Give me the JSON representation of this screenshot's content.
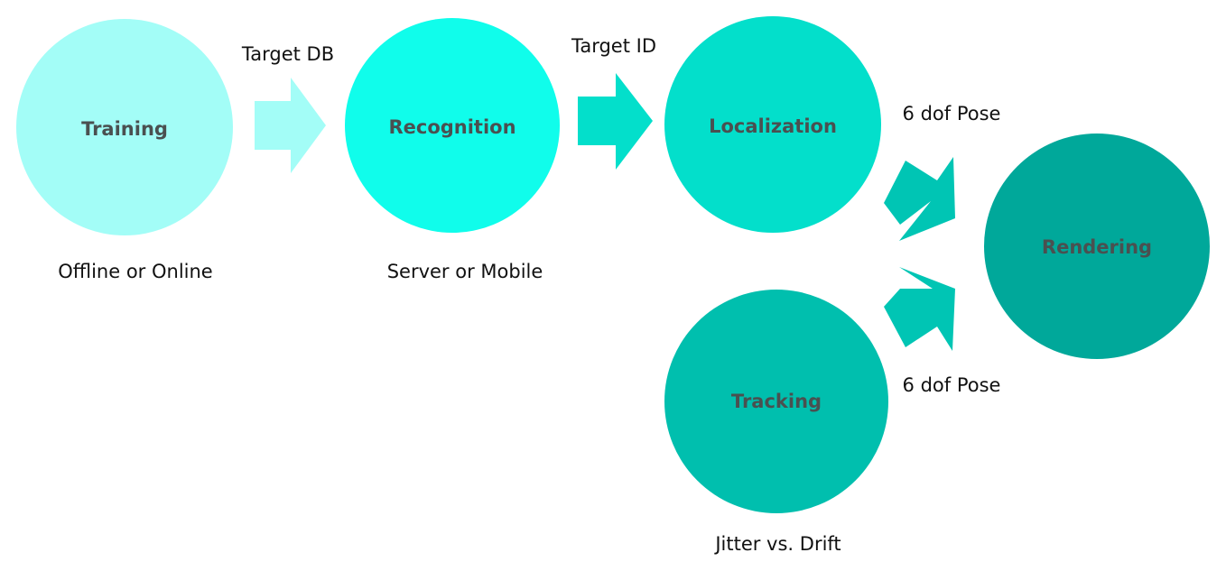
{
  "nodes": {
    "training": {
      "label": "Training",
      "note": "Offline or Online",
      "color": "#a3fdf7"
    },
    "recognition": {
      "label": "Recognition",
      "note": "Server or Mobile",
      "color": "#10fdeb"
    },
    "localization": {
      "label": "Localization",
      "note": "",
      "color": "#03dfcb"
    },
    "tracking": {
      "label": "Tracking",
      "note": "Jitter vs. Drift",
      "color": "#00bfae"
    },
    "rendering": {
      "label": "Rendering",
      "note": "",
      "color": "#00a89a"
    }
  },
  "edges": {
    "training_to_recognition": {
      "label": "Target DB",
      "color": "#a3fdf7"
    },
    "recognition_to_localization": {
      "label": "Target ID",
      "color": "#03dfcb"
    },
    "localization_to_rendering": {
      "label": "6 dof Pose",
      "color": "#00c5b4"
    },
    "tracking_to_rendering": {
      "label": "6 dof Pose",
      "color": "#00c5b4"
    }
  },
  "colors": {
    "node_text": "#4a5050",
    "annotation_text": "#111111",
    "background": "#ffffff"
  }
}
